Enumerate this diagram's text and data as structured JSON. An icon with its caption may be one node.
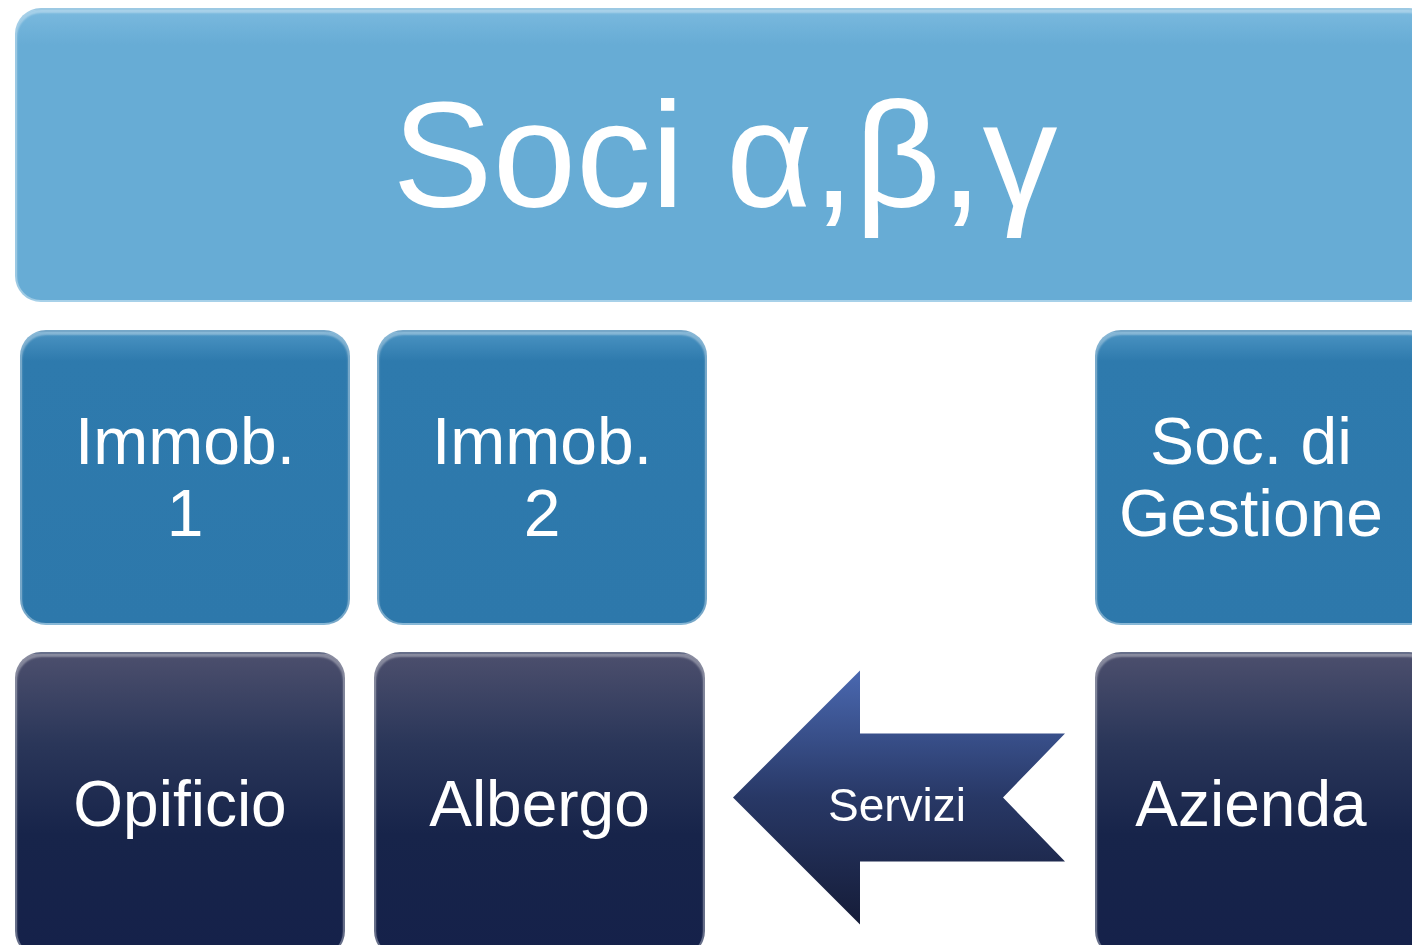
{
  "diagram": {
    "nodes": [
      {
        "text": [
          "Soci α,β,γ"
        ]
      },
      {
        "text": [
          "Immob. 1"
        ]
      },
      {
        "text": [
          "Immob. 2"
        ]
      },
      {
        "text": [
          "Soc. di Gestione"
        ]
      },
      {
        "text": [
          "Opificio"
        ]
      },
      {
        "text": [
          "Albergo"
        ]
      },
      {
        "text": [
          "Azienda"
        ]
      }
    ],
    "edges": [
      {
        "from": 6,
        "to": 5,
        "arrow": "to",
        "label": "Servizi"
      }
    ]
  }
}
